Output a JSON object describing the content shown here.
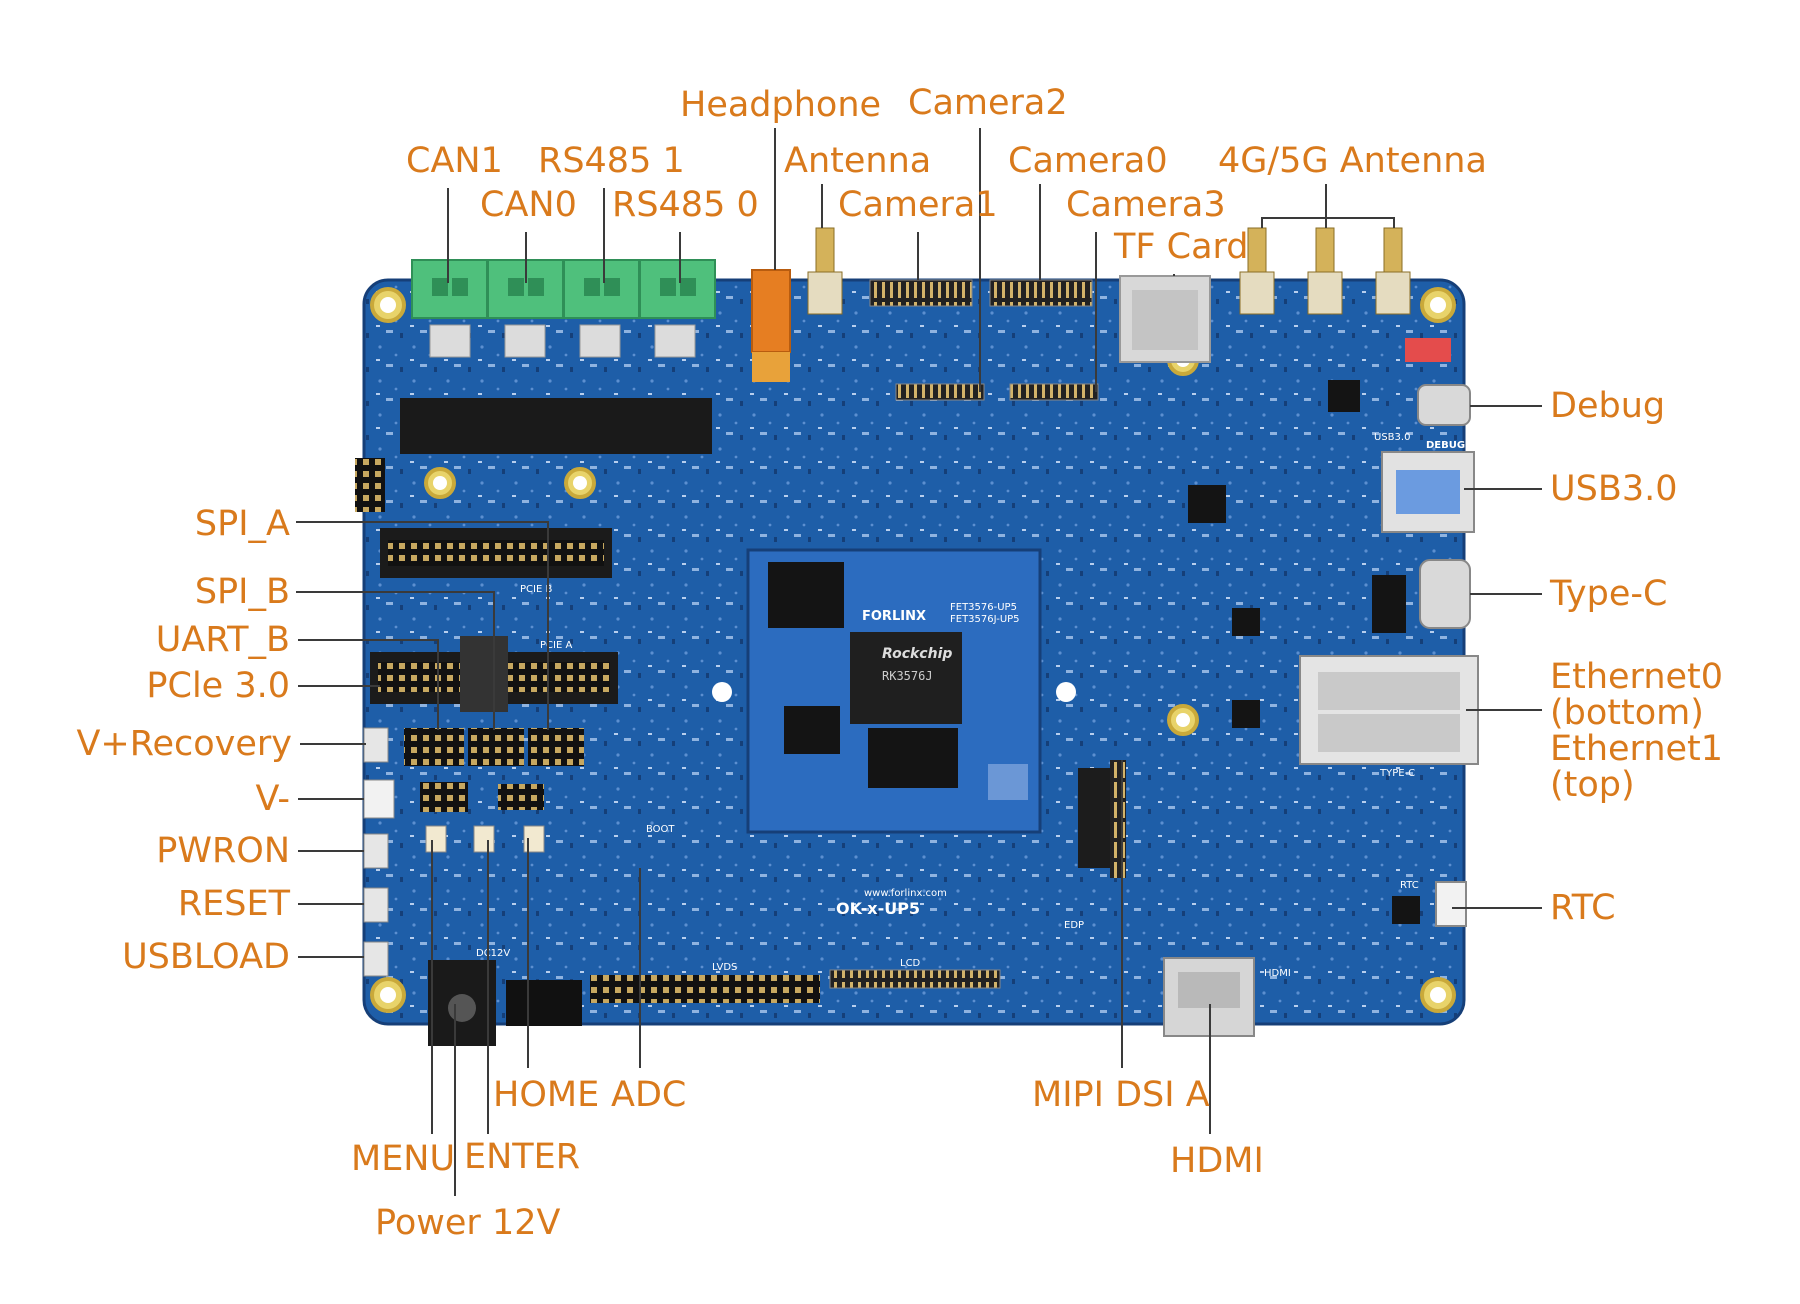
{
  "colors": {
    "label": "#d97a1c",
    "line": "#3a3a3a",
    "board": "#1e5ea8",
    "board_dark": "#163f78",
    "green_terminal": "#4fc07c",
    "som": "#2c6cbf"
  },
  "labels": {
    "top": {
      "headphone": "Headphone",
      "camera2": "Camera2",
      "can1": "CAN1",
      "rs485_1": "RS485 1",
      "antenna": "Antenna",
      "camera0": "Camera0",
      "antenna_4g5g": "4G/5G Antenna",
      "can0": "CAN0",
      "rs485_0": "RS485 0",
      "camera1": "Camera1",
      "camera3": "Camera3",
      "tf_card": "TF Card"
    },
    "left": {
      "spi_a": "SPI_A",
      "spi_b": "SPI_B",
      "uart_b": "UART_B",
      "pcie": "PCle 3.0",
      "v_recovery": "V+Recovery",
      "v_minus": "V-",
      "pwron": "PWRON",
      "reset": "RESET",
      "usbload": "USBLOAD"
    },
    "right": {
      "debug": "Debug",
      "usb3": "USB3.0",
      "typec": "Type-C",
      "ethernet0": "Ethernet0",
      "ethernet0_pos": "(bottom)",
      "ethernet1": "Ethernet1",
      "ethernet1_pos": "(top)",
      "rtc": "RTC"
    },
    "bottom": {
      "home": "HOME",
      "adc": "ADC",
      "mipi_dsi_a": "MIPI DSI A",
      "menu": "MENU",
      "enter": "ENTER",
      "hdmi": "HDMI",
      "power": "Power 12V"
    }
  },
  "board_text": {
    "brand": "FORLINX",
    "som_model_1": "FET3576-UP5",
    "som_model_2": "FET3576J-UP5",
    "soc_brand": "Rockchip",
    "soc_model": "RK3576J",
    "board_name": "OK-x-UP5",
    "website": "www.forlinx.com",
    "pcie_a": "PCIE A",
    "pcie_b": "PCIE B",
    "lvds": "LVDS",
    "lcd": "LCD",
    "hdmi_silk": "HDMI",
    "usb3_silk": "USB3.0",
    "debug_silk": "DEBUG",
    "typec_silk": "TYPE-C",
    "rtc_silk": "RTC",
    "dc12v": "DC12V",
    "edp": "EDP",
    "boot": "BOOT"
  }
}
